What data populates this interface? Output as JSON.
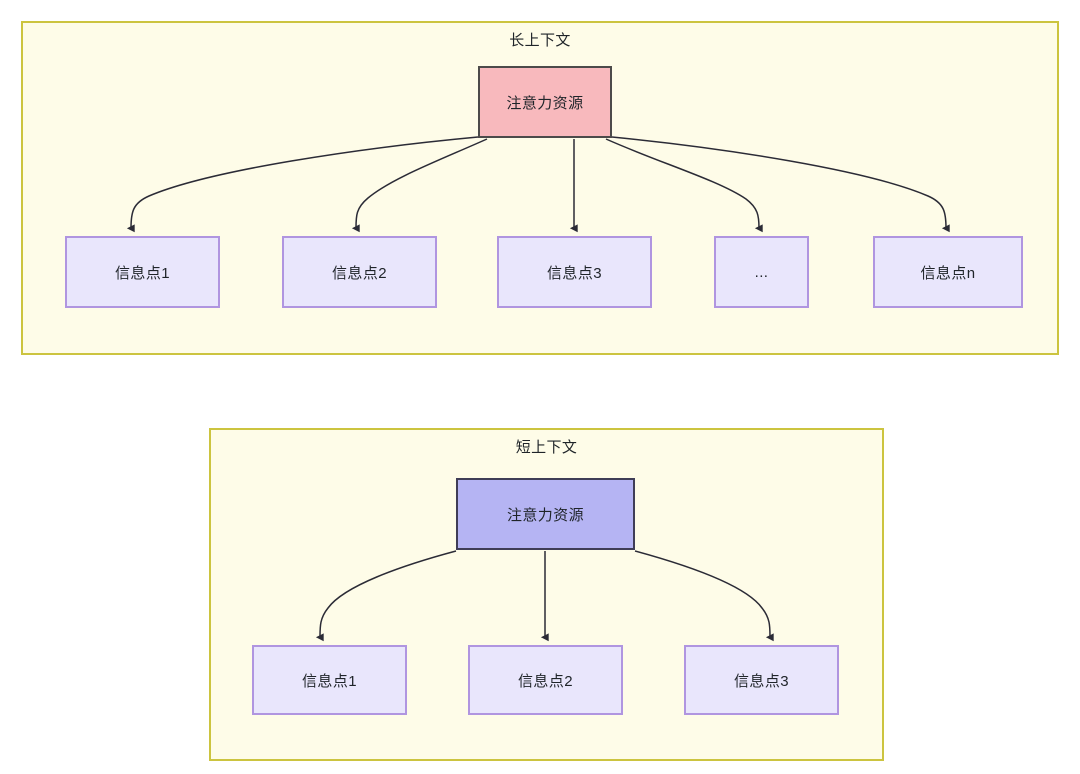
{
  "diagrams": [
    {
      "id": "long-context",
      "title": "长上下文",
      "root": {
        "label": "注意力资源",
        "fill": "#f8b9bd",
        "stroke": "#4c4a4a"
      },
      "children": [
        {
          "label": "信息点1"
        },
        {
          "label": "信息点2"
        },
        {
          "label": "信息点3"
        },
        {
          "label": "..."
        },
        {
          "label": "信息点n"
        }
      ],
      "panel": {
        "fill": "#fefce8",
        "stroke": "#ccc43f"
      },
      "child_style": {
        "fill": "#e9e6fc",
        "stroke": "#b095e0"
      }
    },
    {
      "id": "short-context",
      "title": "短上下文",
      "root": {
        "label": "注意力资源",
        "fill": "#b5b4f3",
        "stroke": "#3f3d56"
      },
      "children": [
        {
          "label": "信息点1"
        },
        {
          "label": "信息点2"
        },
        {
          "label": "信息点3"
        }
      ],
      "panel": {
        "fill": "#fefce8",
        "stroke": "#ccc43f"
      },
      "child_style": {
        "fill": "#e9e6fc",
        "stroke": "#b095e0"
      }
    }
  ],
  "colors": {
    "panel_fill": "#fefce8",
    "panel_border": "#ccc43f",
    "attention_long_fill": "#f8b9bd",
    "attention_long_border": "#4c4a4a",
    "attention_short_fill": "#b5b4f3",
    "attention_short_border": "#3f3d56",
    "info_fill": "#e9e6fc",
    "info_border": "#b095e0",
    "edge_stroke": "#2b2b36",
    "text": "#1f2429",
    "page_background": "#ffffff"
  }
}
